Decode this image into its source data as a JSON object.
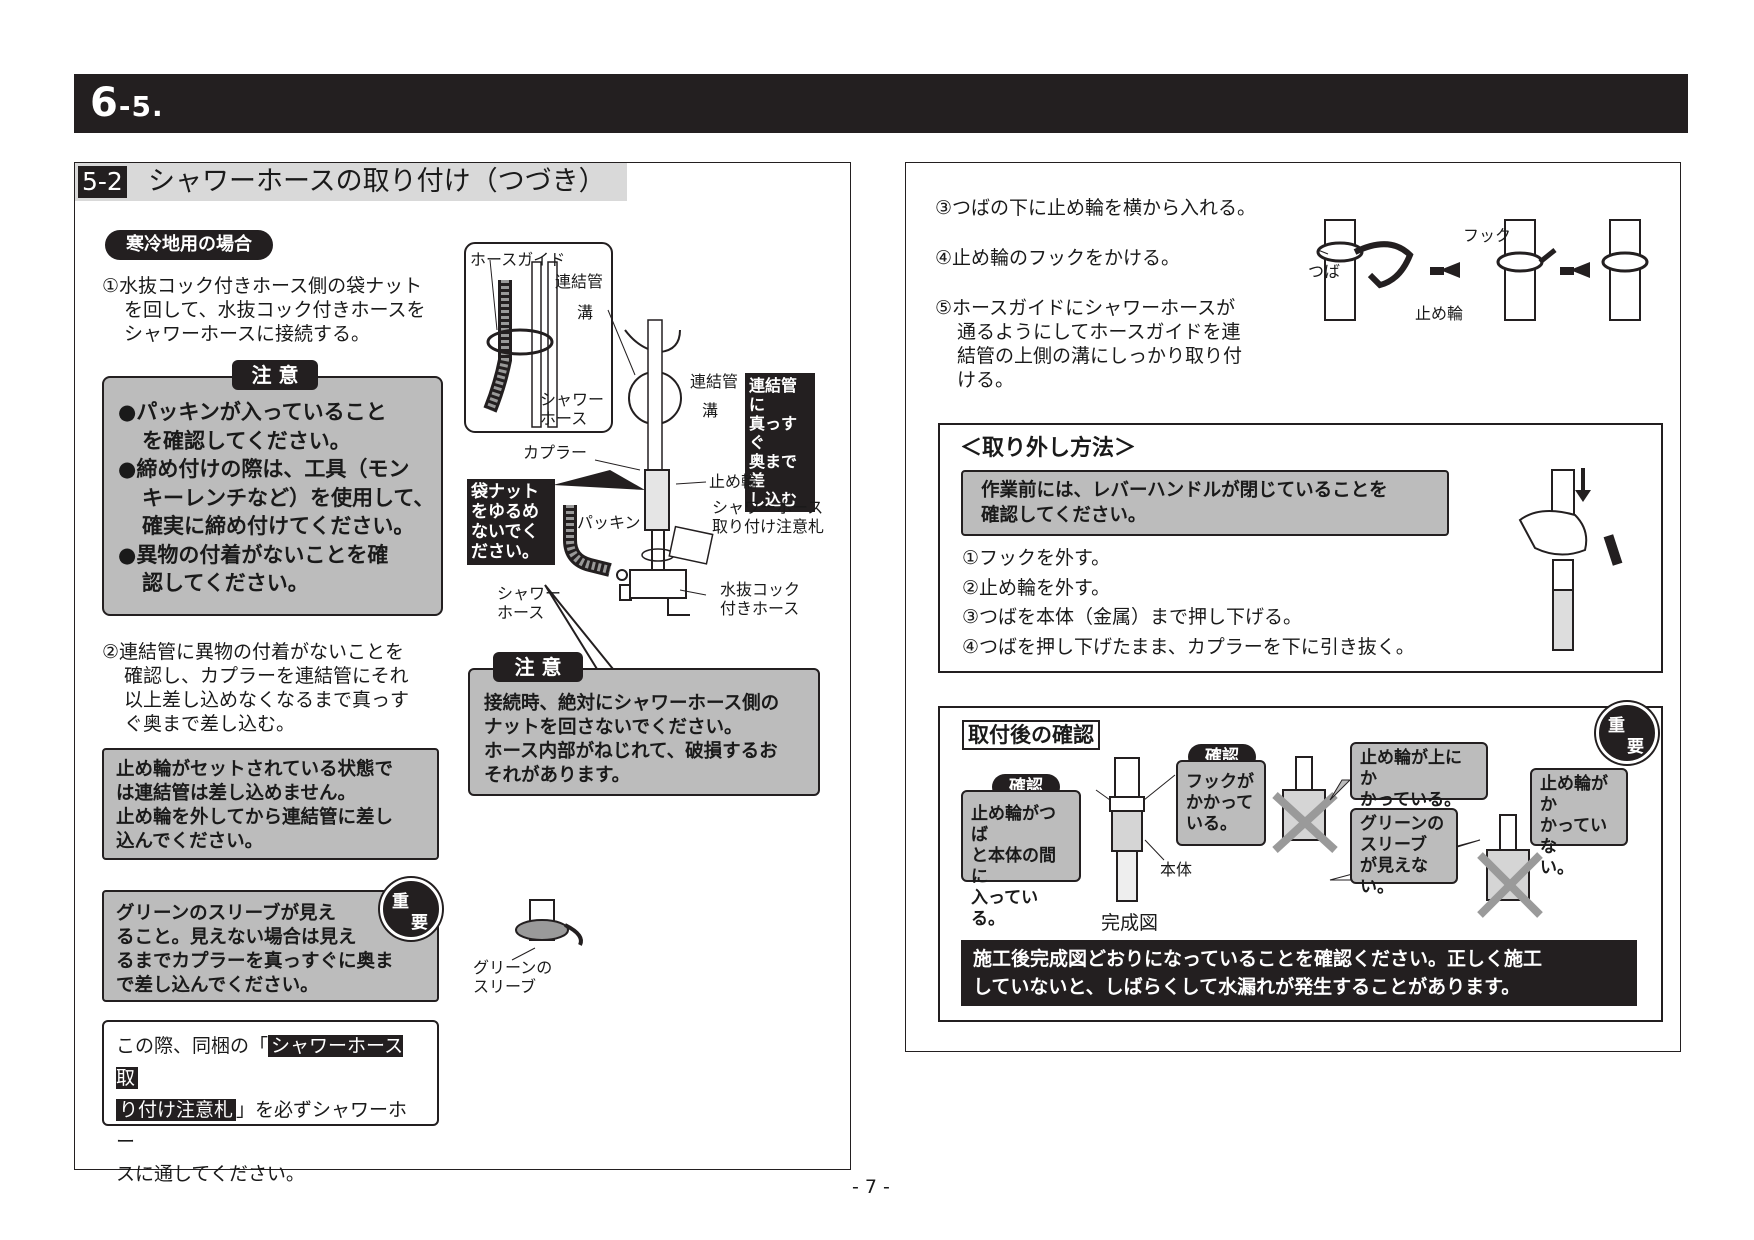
{
  "header": {
    "chapter": "6",
    "section": "-5."
  },
  "left": {
    "section_num": "5-2",
    "section_title": "シャワーホースの取り付け（つづき）",
    "cold_label": "寒冷地用の場合",
    "step1": [
      "①水抜コック付きホース側の袋ナット",
      "を回して、水抜コック付きホースを",
      "シャワーホースに接続する。"
    ],
    "caution_label": "注 意",
    "caution_items": [
      "●パッキンが入っていること",
      "を確認してください。",
      "●締め付けの際は、工具（モン",
      "キーレンチなど）を使用して、",
      "確実に締め付けてください。",
      "●異物の付着がないことを確",
      "認してください。"
    ],
    "step2": [
      "②連結管に異物の付着がないことを",
      "確認し、カプラーを連結管にそれ",
      "以上差し込めなくなるまで真っす",
      "ぐ奥まで差し込む。"
    ],
    "note_box": [
      "止め輪がセットされている状態で",
      "は連結管は差し込めません。",
      "止め輪を外してから連結管に差し",
      "込んでください。"
    ],
    "important_box": [
      "グリーンのスリーブが見え",
      "ること。見えない場合は見え",
      "るまでカプラーを真っすぐに奥ま",
      "で差し込んでください。"
    ],
    "important_seal": [
      "重",
      "要"
    ],
    "tag_box": {
      "pre": "この際、同梱の「",
      "hl1": "シャワーホース取",
      "hl2": "り付け注意札",
      "post1": "」を必ずシャワーホー",
      "post2": "スに通してください。"
    },
    "diagram": {
      "hose_guide": "ホースガイド",
      "renketsu1": "連結管",
      "mizo1": "溝",
      "shower_hose1": [
        "シャワー",
        "ホース"
      ],
      "renketsu2": "連結管",
      "mizo2": "溝",
      "straight_tag": [
        "連結管に",
        "真っすぐ",
        "奥まで差",
        "し込む"
      ],
      "coupler": "カプラー",
      "stop_ring": "止め輪",
      "tag_note": [
        "シャワーホース",
        "取り付け注意札"
      ],
      "nut_tag": [
        "袋ナット",
        "をゆるめ",
        "ないでく",
        "ださい。"
      ],
      "packing": "パッキン",
      "shower_hose2": [
        "シャワー",
        "ホース"
      ],
      "drain_hose": [
        "水抜コック",
        "付きホース"
      ],
      "green_sleeve": [
        "グリーンの",
        "スリーブ"
      ]
    },
    "caution2_label": "注 意",
    "caution2_text": [
      "接続時、絶対にシャワーホース側の",
      "ナットを回さないでください。",
      "ホース内部がねじれて、破損するお",
      "それがあります。"
    ]
  },
  "right": {
    "step3": "③つばの下に止め輪を横から入れる。",
    "step4": "④止め輪のフックをかける。",
    "step5": [
      "⑤ホースガイドにシャワーホースが",
      "通るようにしてホースガイドを連",
      "結管の上側の溝にしっかり取り付",
      "ける。"
    ],
    "fig_labels": {
      "tsuba": "つば",
      "hook": "フック",
      "ring": "止め輪"
    },
    "removal_title": "＜取り外し方法＞",
    "removal_warn": [
      "作業前には、レバーハンドルが閉じていることを",
      "確認してください。"
    ],
    "removal_steps": [
      "①フックを外す。",
      "②止め輪を外す。",
      "③つばを本体（金属）まで押し下げる。",
      "④つばを押し下げたまま、カプラーを下に引き抜く。"
    ],
    "check_title": "取付後の確認",
    "check_seal": [
      "重",
      "要"
    ],
    "confirm_pill": "確認",
    "confirm1": [
      "止め輪がつば",
      "と本体の間に",
      "入っている。"
    ],
    "confirm2": [
      "フックが",
      "かかって",
      "いる。"
    ],
    "body_label": "本体",
    "complete_label": "完成図",
    "ng1": [
      "止め輪が上にか",
      "かっている。"
    ],
    "ng2": [
      "グリーンの",
      "スリーブ",
      "が見えない。"
    ],
    "ng3": [
      "止め輪がか",
      "かっていな",
      "い。"
    ],
    "final_warn": [
      "施工後完成図どおりになっていることを確認ください。正しく施工",
      "していないと、しばらくして水漏れが発生することがあります。"
    ]
  },
  "page_number": "- 7 -"
}
